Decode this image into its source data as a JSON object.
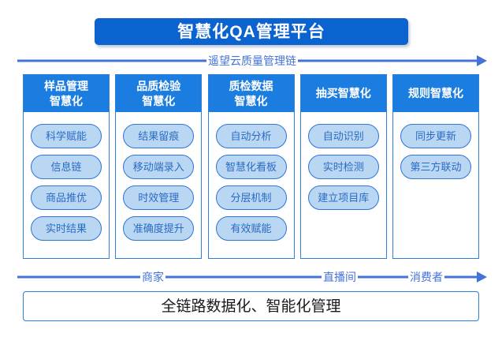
{
  "title_banner": {
    "text": "智慧化QA管理平台",
    "bg_color": "#0b63d0",
    "text_color": "#ffffff"
  },
  "top_arrow": {
    "label": "遥望云质量管理链",
    "color": "#4472d8"
  },
  "columns": [
    {
      "header": "样品管理\n智慧化",
      "items": [
        "科学赋能",
        "信息链",
        "商品推优",
        "实时结果"
      ]
    },
    {
      "header": "品质检验\n智慧化",
      "items": [
        "结果留痕",
        "移动端录入",
        "时效管理",
        "准确度提升"
      ]
    },
    {
      "header": "质检数据\n智慧化",
      "items": [
        "自动分析",
        "智慧化看板",
        "分层机制",
        "有效赋能"
      ]
    },
    {
      "header": "抽买智慧化",
      "items": [
        "自动识别",
        "实时检测",
        "建立项目库"
      ]
    },
    {
      "header": "规则智慧化",
      "items": [
        "同步更新",
        "第三方联动"
      ]
    }
  ],
  "bottom_arrow": {
    "labels": [
      "商家",
      "直播间",
      "消费者"
    ],
    "color": "#4472d8"
  },
  "bottom_banner": {
    "text": "全链路数据化、智能化管理",
    "border_color": "#2f7fd8",
    "text_color": "#1a1a1a"
  },
  "palette": {
    "header_blue": "#1c7de0",
    "card_border": "#2f7fd8",
    "pill_fill": "#b9d6f2",
    "pill_border": "#2e75d4",
    "pill_text": "#2a6cc4"
  }
}
